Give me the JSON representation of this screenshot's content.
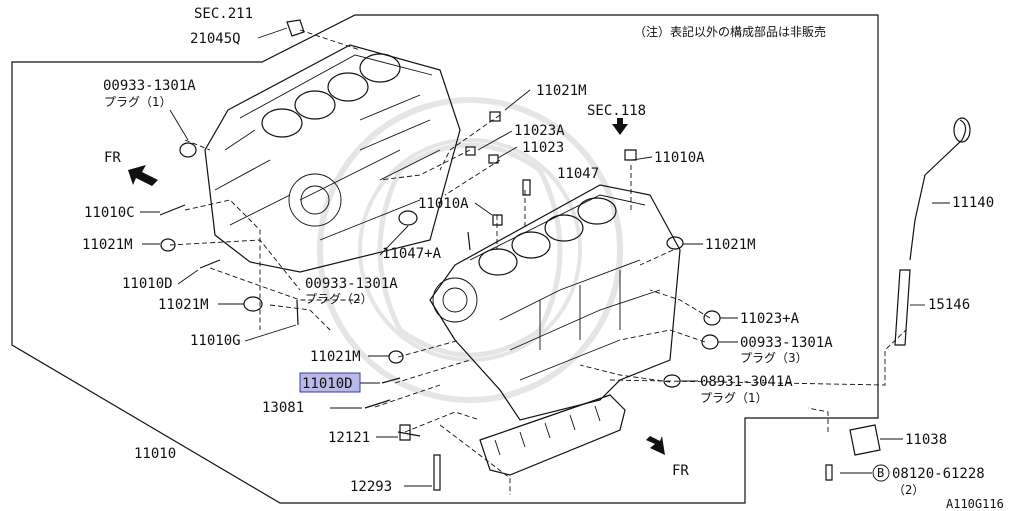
{
  "note": "（注）表記以外の構成部品は非販売",
  "figure_code": "A110G116",
  "direction": {
    "fr": "FR"
  },
  "highlighted_part": "11010D",
  "callouts": {
    "sec211": "SEC.211",
    "p21045q": "21045Q",
    "p00933_a": "00933-1301A",
    "plug1_a": "プラグ（1）",
    "p11021m_top": "11021M",
    "p11023a": "11023A",
    "p11023": "11023",
    "sec118": "SEC.118",
    "p11010a_r": "11010A",
    "p11047": "11047",
    "p11010c": "11010C",
    "p11021m_l1": "11021M",
    "p11010a_m": "11010A",
    "p11047a": "11047+A",
    "p11010d_l": "11010D",
    "p00933_b": "00933-1301A",
    "plug2": "プラグ（2）",
    "p11021m_l2": "11021M",
    "p11010g": "11010G",
    "p11021m_r": "11021M",
    "p11140": "11140",
    "p15146": "15146",
    "p11023pa": "11023+A",
    "p00933_c": "00933-1301A",
    "plug3": "プラグ（3）",
    "p11021m_m": "11021M",
    "p11010d_hl": "11010D",
    "p13081": "13081",
    "p08931": "08931-3041A",
    "plug1_b": "プラグ（1）",
    "p12121": "12121",
    "p11010": "11010",
    "p12293": "12293",
    "p11038": "11038",
    "p08120": "08120-61228",
    "qty2": "（2）",
    "circle_b": "B"
  }
}
